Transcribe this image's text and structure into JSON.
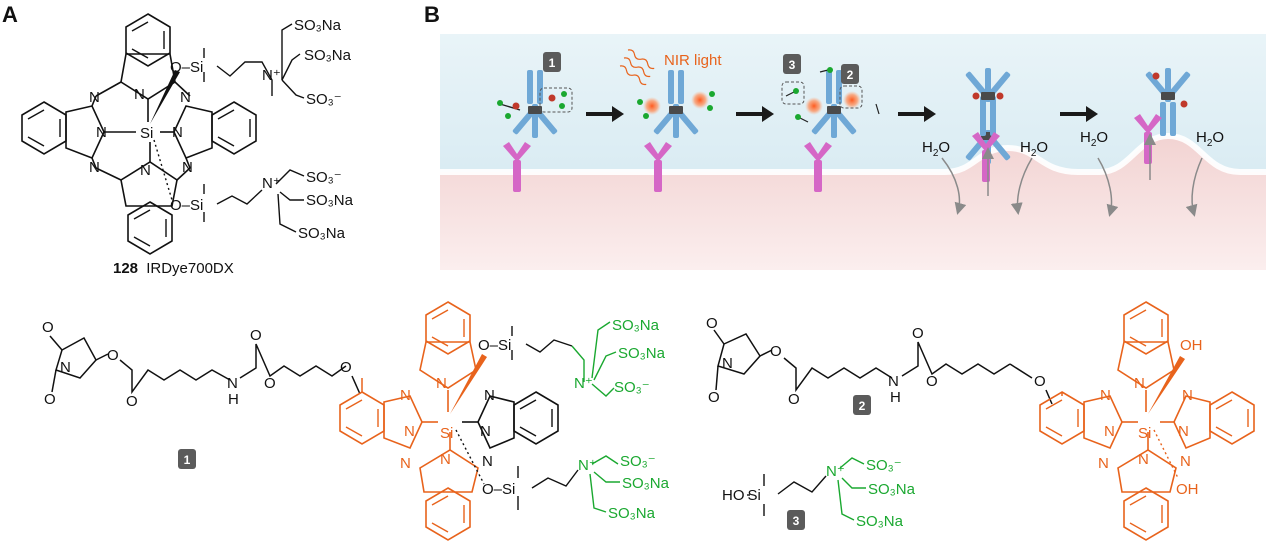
{
  "panels": {
    "a": "A",
    "b": "B"
  },
  "compound_128": {
    "number": "128",
    "name": "IRDye700DX"
  },
  "labels": {
    "nir_light": "NIR light",
    "water": "H",
    "water_sub": "2",
    "water_o": "O"
  },
  "badges": {
    "one": "1",
    "two": "2",
    "three": "3"
  },
  "atoms": {
    "si": "Si",
    "n": "N",
    "o": "O",
    "oh": "OH",
    "ho": "HO",
    "nh": "H",
    "o_si": "O–Si",
    "si_plain": "Si",
    "so3na": "SO₃Na",
    "so3": "SO₃⁻",
    "n_plus": "N⁺"
  },
  "colors": {
    "dye": "#e8631c",
    "sulfonate_arm": "#1aa830",
    "antibody": "#6fa8d6",
    "receptor": "#d567c6",
    "medium_top": "#d9ecf4",
    "cell": "#f3d8d8",
    "arrow": "#1a1a1a"
  }
}
